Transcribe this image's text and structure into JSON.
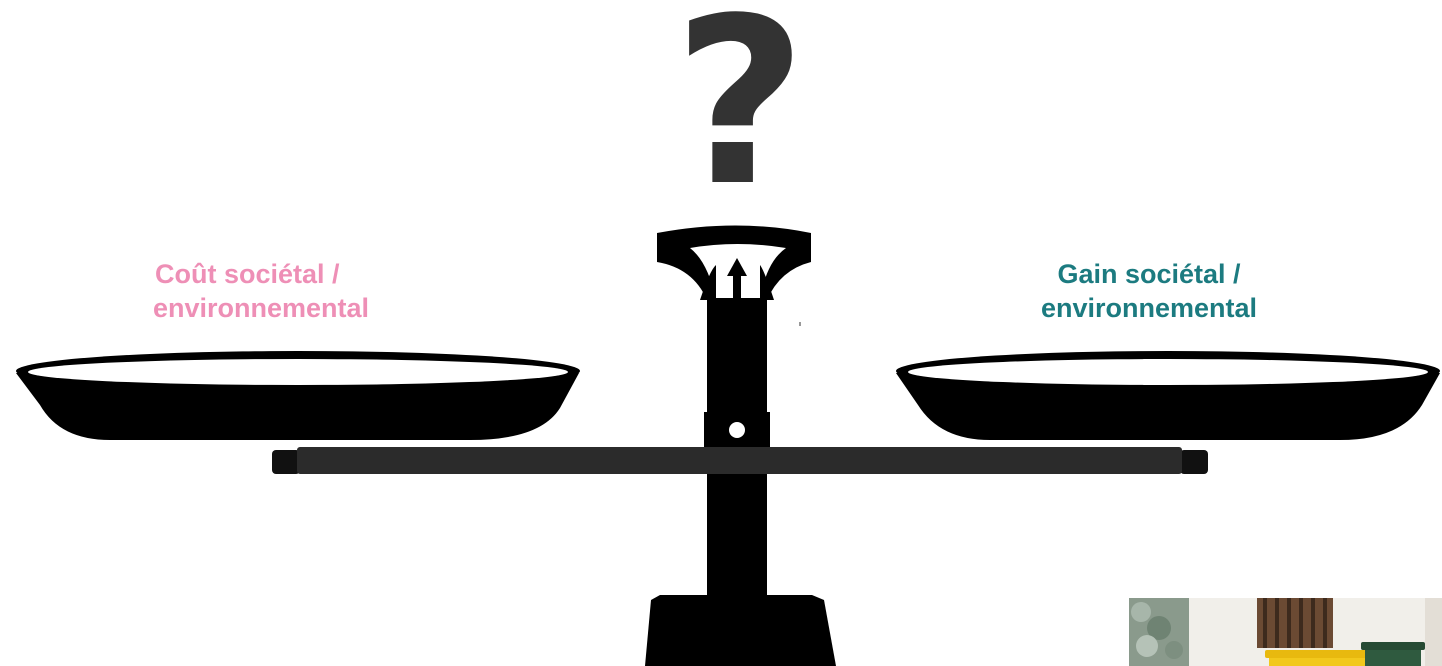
{
  "question_mark": "?",
  "left_pan": {
    "line1": "Coût sociétal /",
    "line2": "environnemental",
    "color": "#ee8fb6"
  },
  "right_pan": {
    "line1": "Gain sociétal /",
    "line2": "environnemental",
    "color": "#1c7b80"
  },
  "scale": {
    "color": "#000000",
    "beam_color": "#222222"
  },
  "photo": {
    "description_icon": "recycling-bins-photo"
  }
}
